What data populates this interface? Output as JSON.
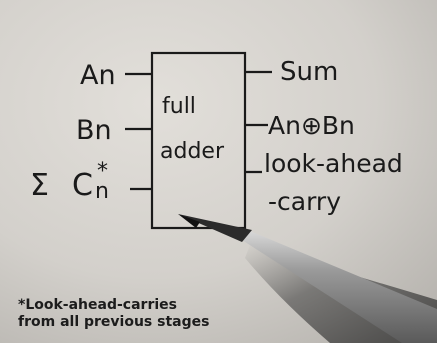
{
  "block": {
    "label_line1": "full",
    "label_line2": "adder"
  },
  "inputs": {
    "a": "An",
    "b": "Bn",
    "c_sigma": "Σ",
    "c_letter": "C",
    "c_star": "*",
    "c_sub": "n"
  },
  "outputs": {
    "sum": "Sum",
    "xor": "An⊕Bn",
    "lookahead_line1": "look-ahead",
    "lookahead_line2": "-carry"
  },
  "footnote": {
    "line1": "*Look-ahead-carries",
    "line2": "from all previous stages"
  }
}
